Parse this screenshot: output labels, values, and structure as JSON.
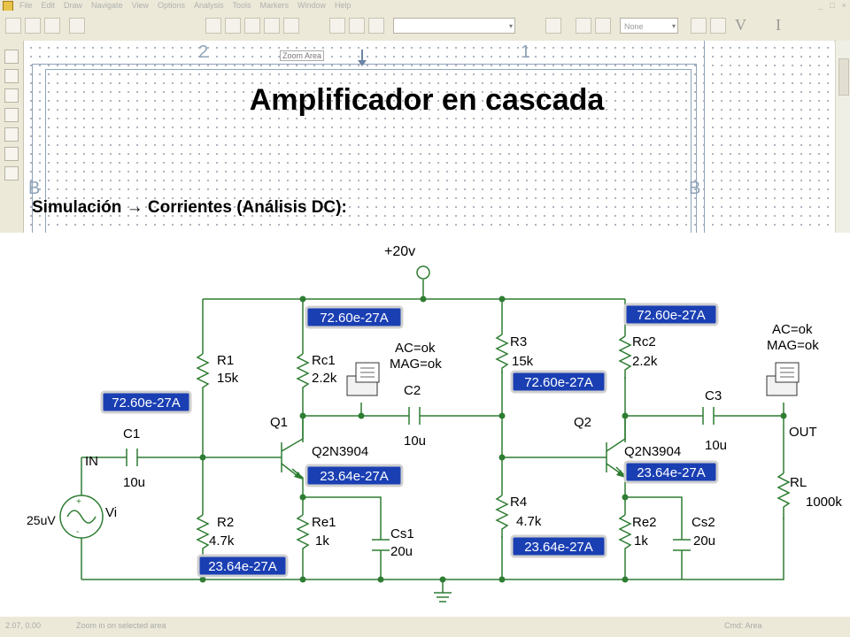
{
  "menubar": {
    "items": [
      "File",
      "Edit",
      "Draw",
      "Navigate",
      "View",
      "Options",
      "Analysis",
      "Tools",
      "Markers",
      "Window",
      "Help"
    ],
    "window_buttons": [
      "_",
      "□",
      "×"
    ]
  },
  "toolbar": {
    "combo_left": "",
    "combo_right": "None",
    "combo_arrow": "▾",
    "v_label": "V",
    "i_label": "I"
  },
  "canvas": {
    "zone_top_left": "2",
    "zone_top_right": "1",
    "zone_side_left": "B",
    "zone_side_right": "B",
    "zoom_area_label": "Zoom Area"
  },
  "document": {
    "title": "Amplificador en cascada",
    "subtitle": "Simulación → Corrientes (Análisis DC):"
  },
  "schematic": {
    "supply": "+20v",
    "labels": {
      "r1": "R1",
      "r1v": "15k",
      "r2": "R2",
      "r2v": "4.7k",
      "rc1": "Rc1",
      "rc1v": "2.2k",
      "re1": "Re1",
      "re1v": "1k",
      "cs1": "Cs1",
      "cs1v": "20u",
      "c1": "C1",
      "c1v": "10u",
      "c2": "C2",
      "c2v": "10u",
      "q1": "Q1",
      "q1m": "Q2N3904",
      "r3": "R3",
      "r3v": "15k",
      "r4": "R4",
      "r4v": "4.7k",
      "rc2": "Rc2",
      "rc2v": "2.2k",
      "re2": "Re2",
      "re2v": "1k",
      "cs2": "Cs2",
      "cs2v": "20u",
      "c3": "C3",
      "c3v": "10u",
      "q2": "Q2",
      "q2m": "Q2N3904",
      "rl": "RL",
      "rlv": "1000k",
      "in": "IN",
      "out": "OUT",
      "vi": "Vi",
      "vi_amp": "25uV",
      "printer1_l1": "AC=ok",
      "printer1_l2": "MAG=ok",
      "printer2_l1": "AC=ok",
      "printer2_l2": "MAG=ok"
    },
    "currents": {
      "ic1": "72.60e-27A",
      "i_r1": "72.60e-27A",
      "ie1": "23.64e-27A",
      "i_r2": "23.64e-27A",
      "i_r3": "72.60e-27A",
      "i_r4": "23.64e-27A",
      "ic2": "72.60e-27A",
      "ie2": "23.64e-27A"
    }
  },
  "statusbar": {
    "coords": "2.07, 0.00",
    "message": "Zoom in on selected area",
    "mode": "Cmd: Area"
  }
}
